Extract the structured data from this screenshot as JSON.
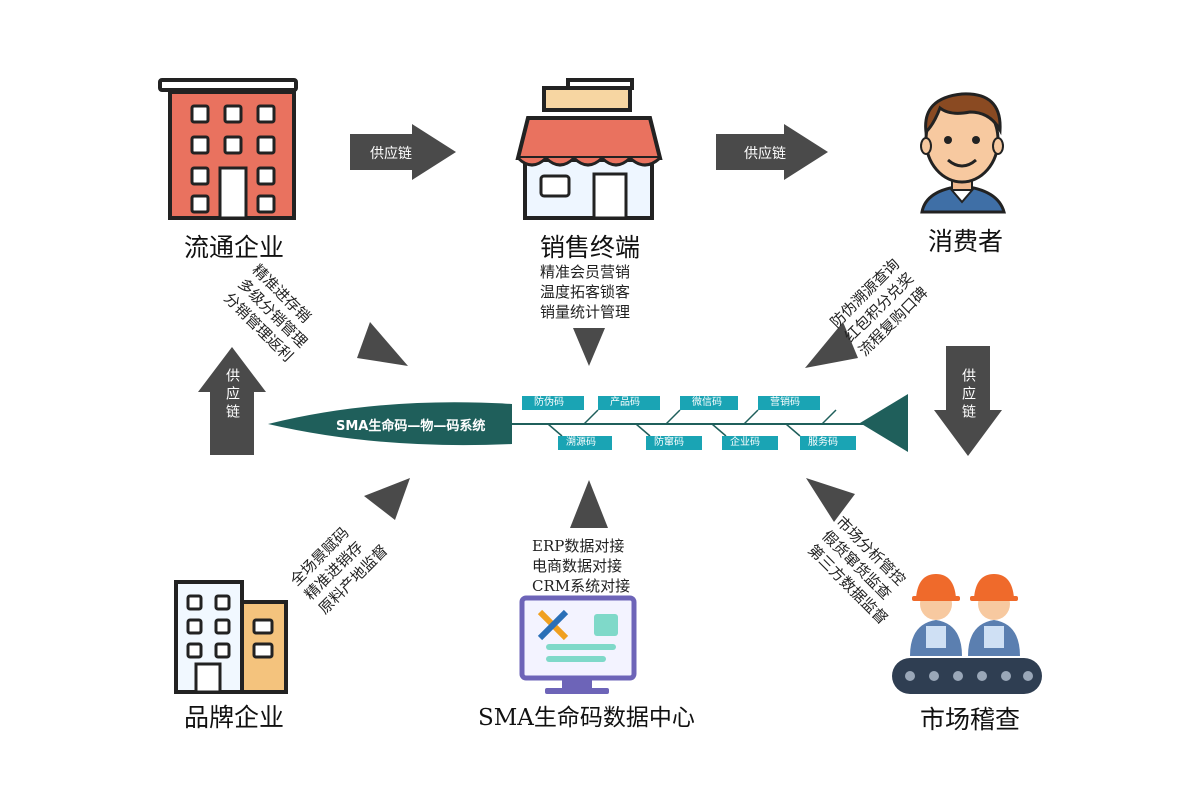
{
  "nodes": {
    "distribution": "流通企业",
    "retail": "销售终端",
    "consumer": "消费者",
    "brand": "品牌企业",
    "datacenter": "SMA生命码数据中心",
    "inspection": "市场稽查"
  },
  "arrows": {
    "supply_chain": "供应链",
    "supply_chain_left": "供应链",
    "supply_chain_right": "供应链"
  },
  "features": {
    "distribution": [
      "精准进存销",
      "多级分销管理",
      "分销管理返利"
    ],
    "retail": [
      "精准会员营销",
      "温度拓客锁客",
      "销量统计管理"
    ],
    "consumer": [
      "防伪溯源查询",
      "红包积分兑奖",
      "流程复购口碑"
    ],
    "brand": [
      "全场景赋码",
      "精准进销存",
      "原料产地监督"
    ],
    "datacenter": [
      "ERP数据对接",
      "电商数据对接",
      "CRM系统对接"
    ],
    "inspection": [
      "市场分析管控",
      "假货窜货监查",
      "第三方数据监督"
    ]
  },
  "system": {
    "title": "SMA生命码—物—码系统",
    "codes_top": [
      "防伪码",
      "产品码",
      "微信码",
      "营销码"
    ],
    "codes_bottom": [
      "溯源码",
      "防窜码",
      "企业码",
      "服务码"
    ]
  },
  "colors": {
    "arrow": "#4a4a4a",
    "teal": "#1f5f5b",
    "label_bg": "#1aa4b4",
    "building_red": "#e9725f",
    "building_blue": "#f1f8ff",
    "building_amber": "#f4c37d"
  }
}
